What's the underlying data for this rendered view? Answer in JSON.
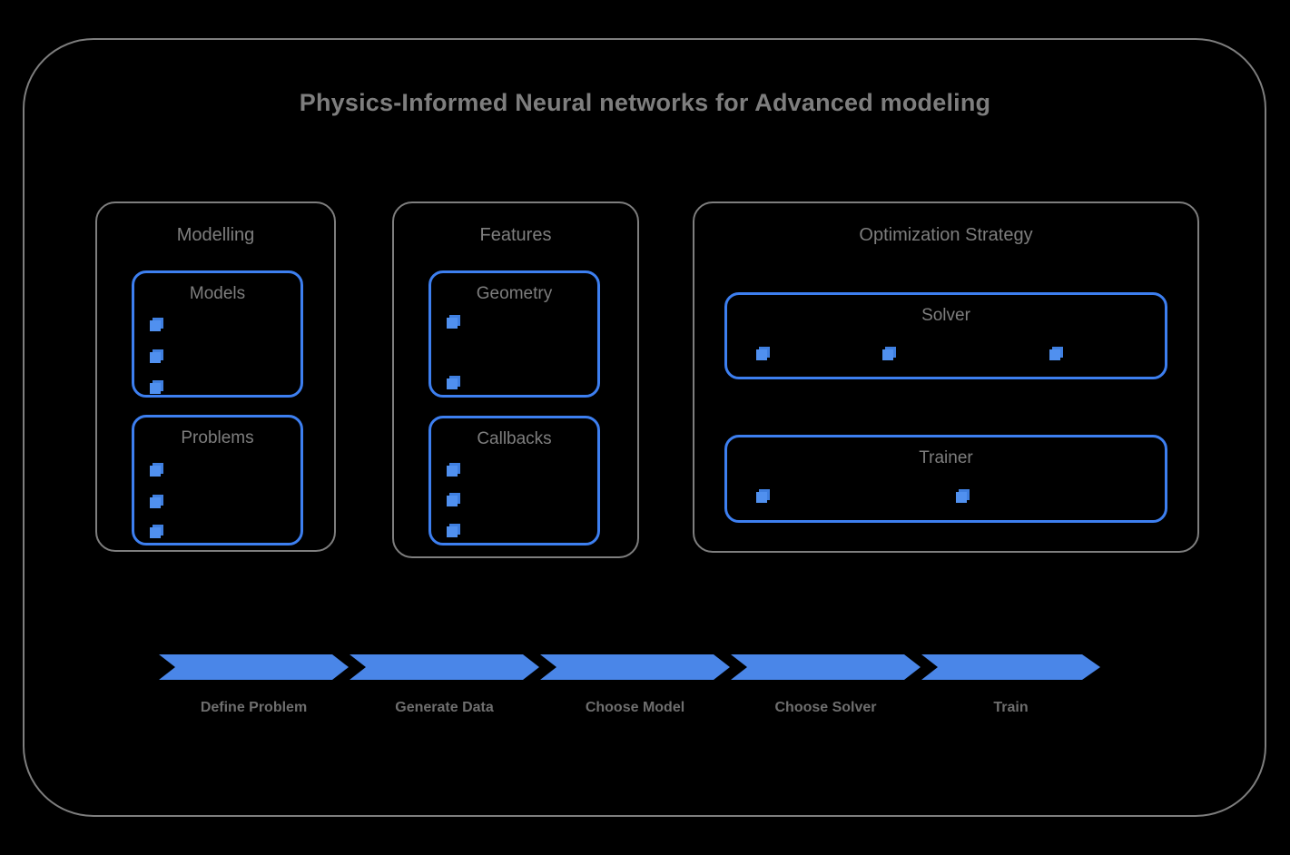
{
  "title": "Physics-Informed Neural networks for Advanced modeling",
  "colors": {
    "background": "#000000",
    "frame_gray": "#7e7e7e",
    "accent_blue": "#3d7ff0",
    "bullet_blue": "#5090ef",
    "label_gray": "#6e6e6e"
  },
  "groups": [
    {
      "id": "modelling",
      "label": "Modelling",
      "subgroups": [
        {
          "id": "models",
          "label": "Models",
          "bullet_count": 3,
          "bullet_labels": [
            "",
            "",
            ""
          ]
        },
        {
          "id": "problems",
          "label": "Problems",
          "bullet_count": 3,
          "bullet_labels": [
            "",
            "",
            ""
          ]
        }
      ]
    },
    {
      "id": "features",
      "label": "Features",
      "subgroups": [
        {
          "id": "geometry",
          "label": "Geometry",
          "bullet_count": 2,
          "bullet_labels": [
            "",
            ""
          ]
        },
        {
          "id": "callbacks",
          "label": "Callbacks",
          "bullet_count": 3,
          "bullet_labels": [
            "",
            "",
            ""
          ]
        }
      ]
    },
    {
      "id": "optimization",
      "label": "Optimization Strategy",
      "subgroups": [
        {
          "id": "solver",
          "label": "Solver",
          "bullet_count": 3,
          "bullet_labels": [
            "",
            "",
            ""
          ]
        },
        {
          "id": "trainer",
          "label": "Trainer",
          "bullet_count": 2,
          "bullet_labels": [
            "",
            ""
          ]
        }
      ]
    }
  ],
  "pipeline": {
    "steps": [
      {
        "label": "Define Problem"
      },
      {
        "label": "Generate Data"
      },
      {
        "label": "Choose Model"
      },
      {
        "label": "Choose Solver"
      },
      {
        "label": "Train"
      }
    ]
  }
}
